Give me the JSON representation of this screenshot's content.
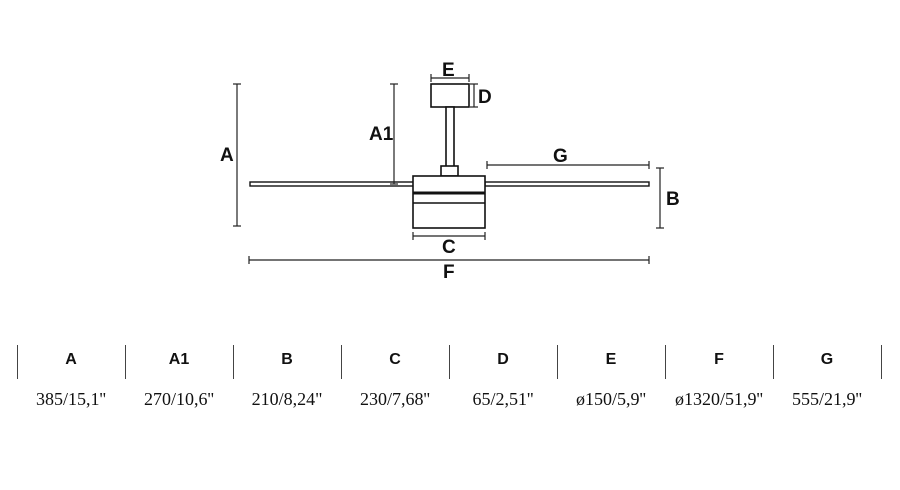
{
  "diagram": {
    "labels": {
      "A": "A",
      "A1": "A1",
      "B": "B",
      "C": "C",
      "D": "D",
      "E": "E",
      "F": "F",
      "G": "G"
    }
  },
  "table": {
    "columns": [
      {
        "label": "A",
        "value": "385/15,1''"
      },
      {
        "label": "A1",
        "value": "270/10,6''"
      },
      {
        "label": "B",
        "value": "210/8,24\""
      },
      {
        "label": "C",
        "value": "230/7,68''"
      },
      {
        "label": "D",
        "value": "65/2,51''"
      },
      {
        "label": "E",
        "value": "ø150/5,9''"
      },
      {
        "label": "F",
        "value": "ø1320/51,9''"
      },
      {
        "label": "G",
        "value": "555/21,9''"
      }
    ]
  }
}
